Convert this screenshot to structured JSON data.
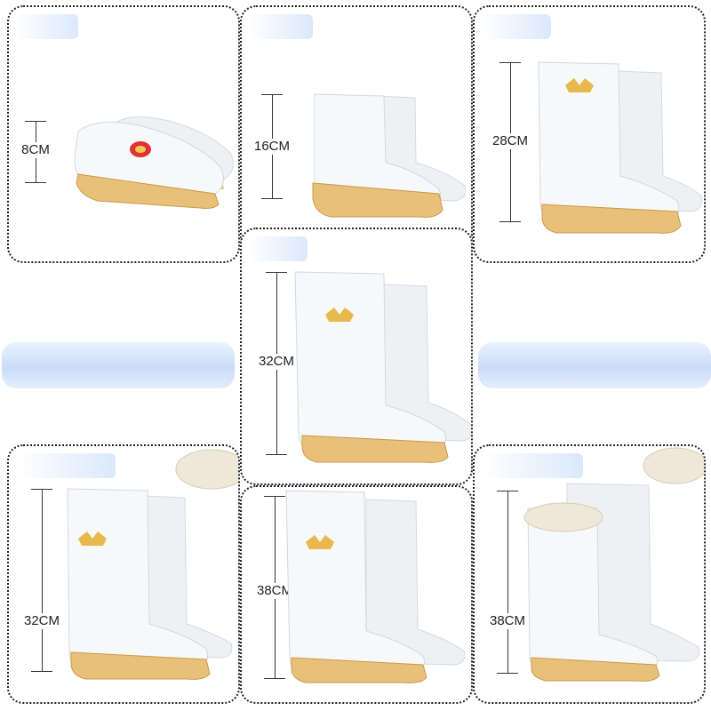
{
  "products": [
    {
      "height_label": "8CM"
    },
    {
      "height_label": "16CM"
    },
    {
      "height_label": "28CM"
    },
    {
      "height_label": "32CM"
    },
    {
      "height_label": "32CM"
    },
    {
      "height_label": "38CM"
    },
    {
      "height_label": "38CM"
    }
  ],
  "colors": {
    "boot": "#f7f8fa",
    "boot_shade": "#dfe3ea",
    "sole": "#e8c07a",
    "sole_dark": "#c99a48",
    "border": "#222222",
    "tab": "#dbe8fb",
    "pill": "#cfe0f8",
    "fur": "#efe8d9"
  },
  "icons": [
    "ingot-logo-icon",
    "red-badge-icon"
  ]
}
